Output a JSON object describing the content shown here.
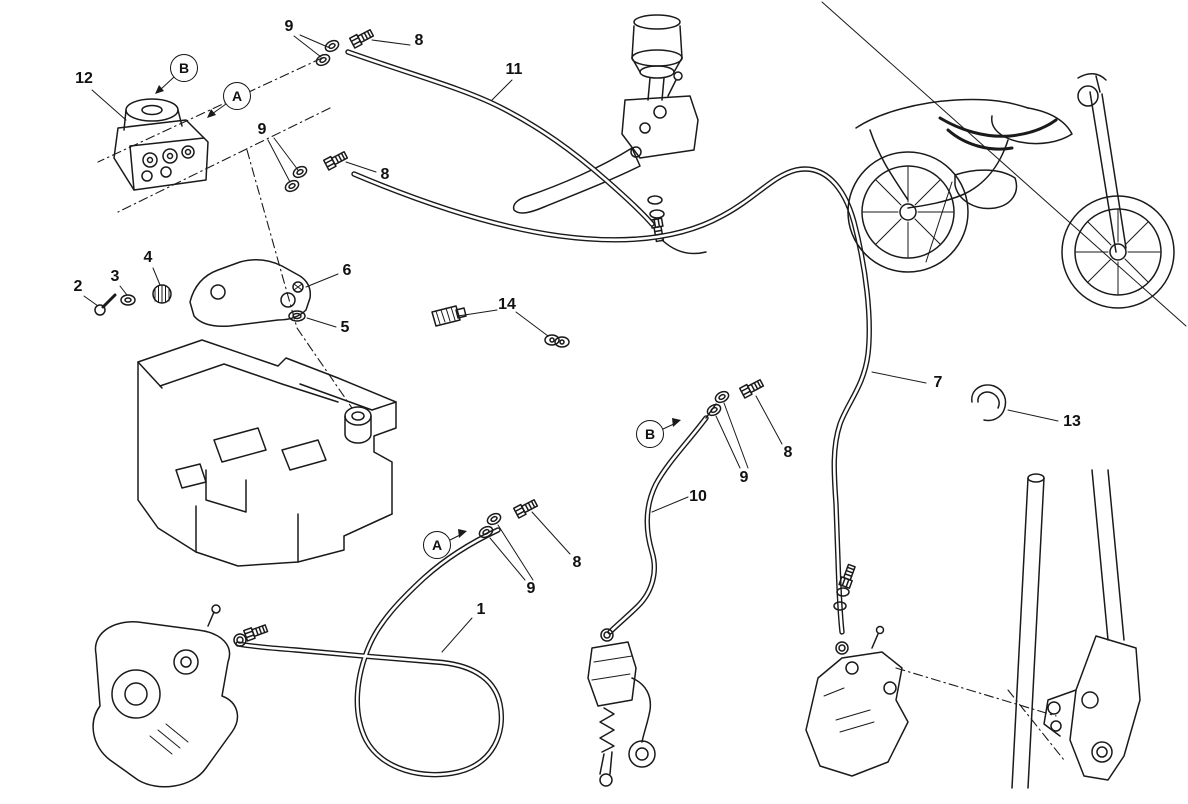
{
  "diagram": {
    "colors": {
      "line": "#1a1a1a",
      "background": "#ffffff"
    },
    "callouts": {
      "1": "1",
      "2": "2",
      "3": "3",
      "4": "4",
      "5": "5",
      "6": "6",
      "7": "7",
      "8": "8",
      "9": "9",
      "10": "10",
      "11": "11",
      "12": "12",
      "13": "13",
      "14": "14"
    },
    "view_markers": {
      "a": "A",
      "b": "B"
    }
  }
}
